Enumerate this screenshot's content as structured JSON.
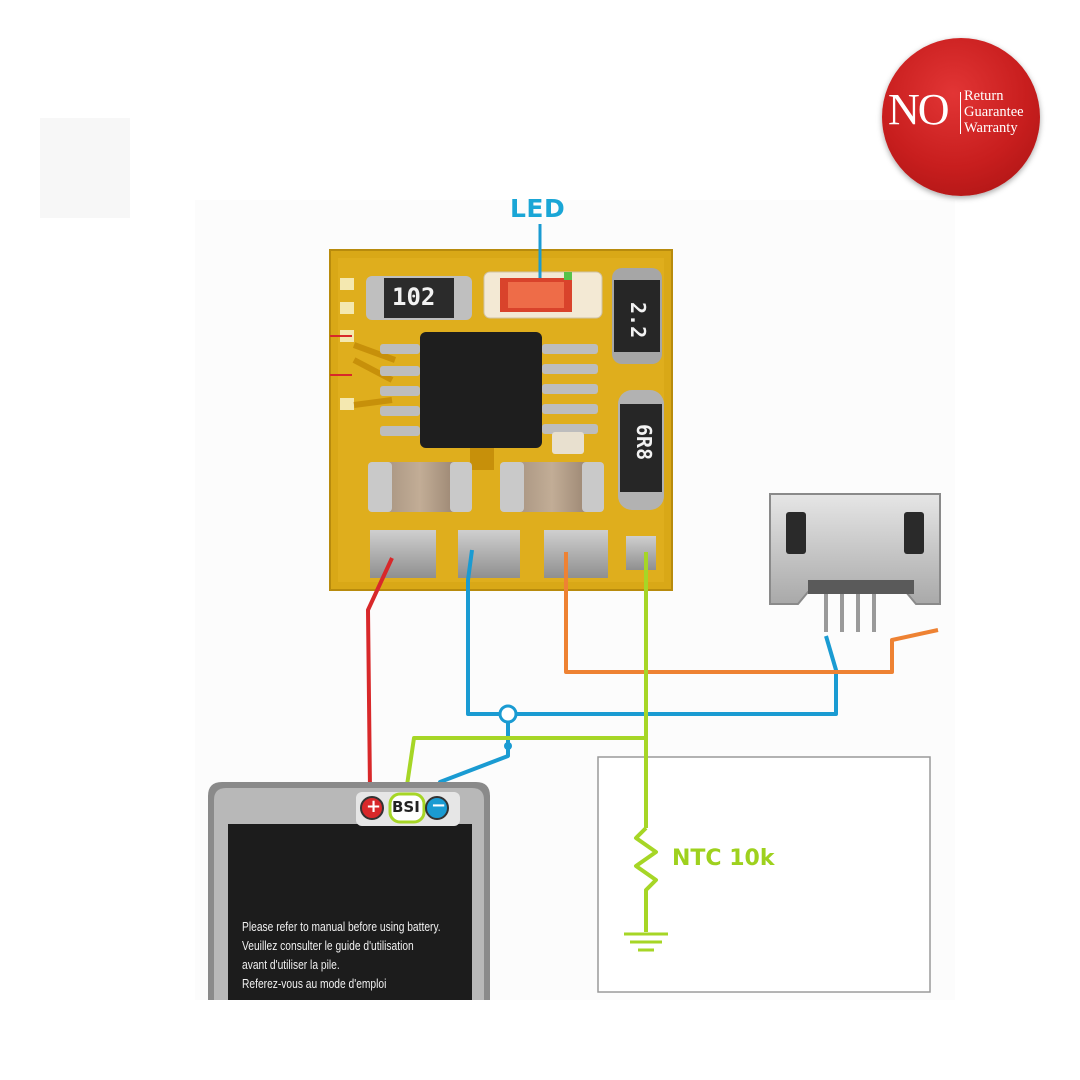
{
  "badge": {
    "no": "NO",
    "lines": [
      "Return",
      "Guarantee",
      "Warranty"
    ]
  },
  "board": {
    "led_label": "LED",
    "resistor_102": "102",
    "resistor_2r2": "2.2",
    "resistor_6r8": "6R8"
  },
  "battery": {
    "terminal_plus": "+",
    "terminal_bsi": "BSI",
    "terminal_minus": "−",
    "text_lines": [
      "Please refer to manual before using battery.",
      "Veuillez consulter le guide d'utilisation",
      "avant d'utiliser la pile.",
      "Referez-vous au mode d'emploi"
    ]
  },
  "ntc": {
    "label": "NTC 10k"
  },
  "colors": {
    "wire_red": "#d8282a",
    "wire_blue": "#1a9bd2",
    "wire_orange": "#ee8233",
    "wire_green": "#a6d626",
    "pcb": "#d9a817",
    "badge_red": "#c81e1e",
    "led_text": "#1aa6d6"
  }
}
